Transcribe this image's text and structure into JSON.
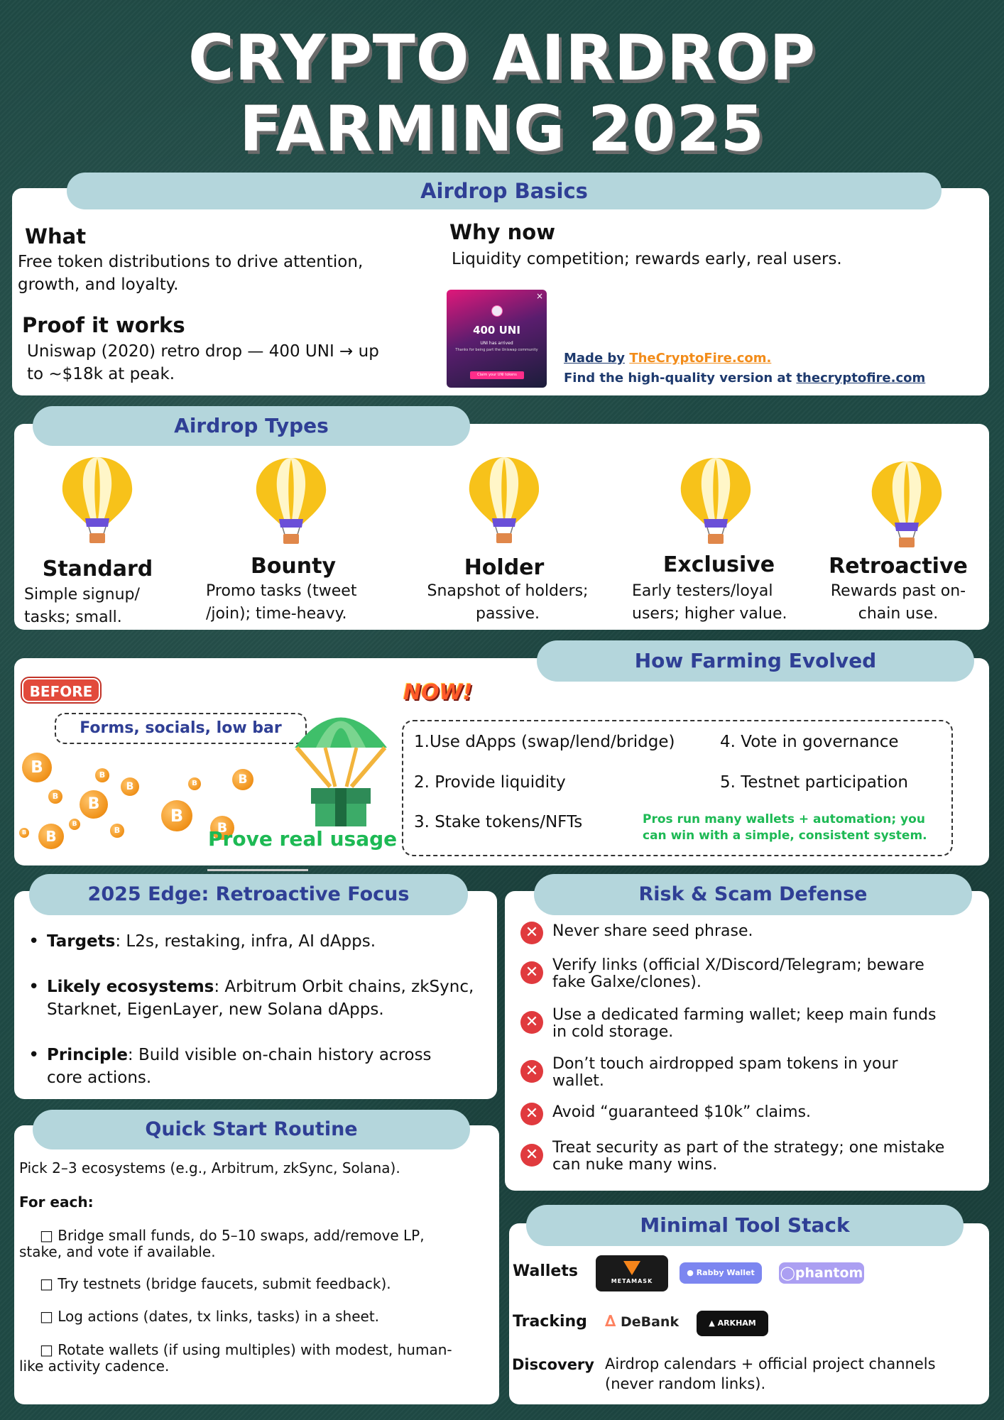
{
  "title": {
    "line1": "CRYPTO AIRDROP",
    "line2": "FARMING 2025"
  },
  "basics": {
    "heading": "Airdrop Basics",
    "what_title": "What",
    "what_text_1": "Free token distributions to drive attention,",
    "what_text_2": "growth, and loyalty.",
    "why_title": "Why now",
    "why_text": "Liquidity competition; rewards early, real users.",
    "proof_title": "Proof it works",
    "proof_text_1": "Uniswap (2020) retro drop — 400 UNI → up",
    "proof_text_2": "to ~$18k at peak.",
    "popup": {
      "amount": "400 UNI",
      "line1": "UNI has arrived",
      "line2": "Thanks for being part the Uniswap community",
      "button": "Claim your UNI tokens",
      "close": "×"
    },
    "credit_prefix": "Made by",
    "credit_link": "TheCryptoFire.com.",
    "credit_line2": "Find the high-quality version at",
    "credit_link2": "thecryptofire.com"
  },
  "types": {
    "heading": "Airdrop Types",
    "items": [
      {
        "name": "Standard",
        "desc1": "Simple signup/",
        "desc2": "tasks; small."
      },
      {
        "name": "Bounty",
        "desc1": "Promo tasks (tweet",
        "desc2": "/join); time-heavy."
      },
      {
        "name": "Holder",
        "desc1": "Snapshot of holders;",
        "desc2": "passive."
      },
      {
        "name": "Exclusive",
        "desc1": "Early testers/loyal",
        "desc2": "users; higher value."
      },
      {
        "name": "Retroactive",
        "desc1": "Rewards past on-",
        "desc2": "chain use."
      }
    ]
  },
  "evolved": {
    "heading": "How Farming Evolved",
    "before_badge": "BEFORE",
    "before_text": "Forms, socials, low bar",
    "now_badge": "NOW!",
    "prove": "Prove real usage",
    "coin_symbol": "B",
    "steps": [
      "1.Use dApps (swap/lend/bridge)",
      "2. Provide liquidity",
      "3. Stake tokens/NFTs",
      "4. Vote in governance",
      "5. Testnet participation"
    ],
    "pros_1": "Pros run many wallets + automation; you",
    "pros_2": "can win with a simple, consistent system."
  },
  "edge": {
    "heading": "2025 Edge: Retroactive Focus",
    "b1_label": "Targets",
    "b1_text": ": L2s, restaking, infra, AI dApps.",
    "b2_label": "Likely ecosystems",
    "b2_text_a": ": Arbitrum Orbit chains, zkSync,",
    "b2_text_b": "Starknet, EigenLayer, new Solana dApps.",
    "b3_label": "Principle",
    "b3_text_a": ": Build visible on-chain history across",
    "b3_text_b": "core actions."
  },
  "risk": {
    "heading": "Risk & Scam Defense",
    "items": [
      [
        "Never share seed phrase."
      ],
      [
        "Verify links (official X/Discord/Telegram; beware",
        "fake Galxe/clones)."
      ],
      [
        "Use a dedicated farming wallet; keep main funds",
        "in cold storage."
      ],
      [
        "Don’t touch airdropped spam tokens in your",
        "wallet."
      ],
      [
        "Avoid “guaranteed $10k” claims."
      ],
      [
        "Treat security as part of the strategy; one mistake",
        "can nuke many wins."
      ]
    ]
  },
  "quick": {
    "heading": "Quick Start Routine",
    "intro": "Pick 2–3 ecosystems (e.g., Arbitrum, zkSync, Solana).",
    "for_each": "For each:",
    "items": [
      [
        "□ Bridge small funds, do 5–10 swaps, add/remove LP,",
        "stake, and vote if available."
      ],
      [
        "□ Try testnets (bridge faucets, submit feedback)."
      ],
      [
        "□ Log actions (dates, tx links, tasks) in a sheet."
      ],
      [
        "□ Rotate wallets (if using multiples) with modest, human-",
        "like activity cadence."
      ]
    ]
  },
  "tools": {
    "heading": "Minimal Tool Stack",
    "wallets_label": "Wallets",
    "tracking_label": "Tracking",
    "discovery_label": "Discovery",
    "metamask": "METAMASK",
    "rabby": "Rabby Wallet",
    "phantom": "phantom",
    "debank": "DeBank",
    "arkham": "ARKHAM",
    "discovery_1": "Airdrop calendars + official project channels",
    "discovery_2": "(never random links)."
  },
  "colors": {
    "pill_bg": "#b4d6dc",
    "pill_text": "#2f3f95",
    "accent_green": "#1db954",
    "accent_red": "#e03a3e",
    "credit_orange": "#f28c1a",
    "credit_navy": "#1e3a6e"
  }
}
